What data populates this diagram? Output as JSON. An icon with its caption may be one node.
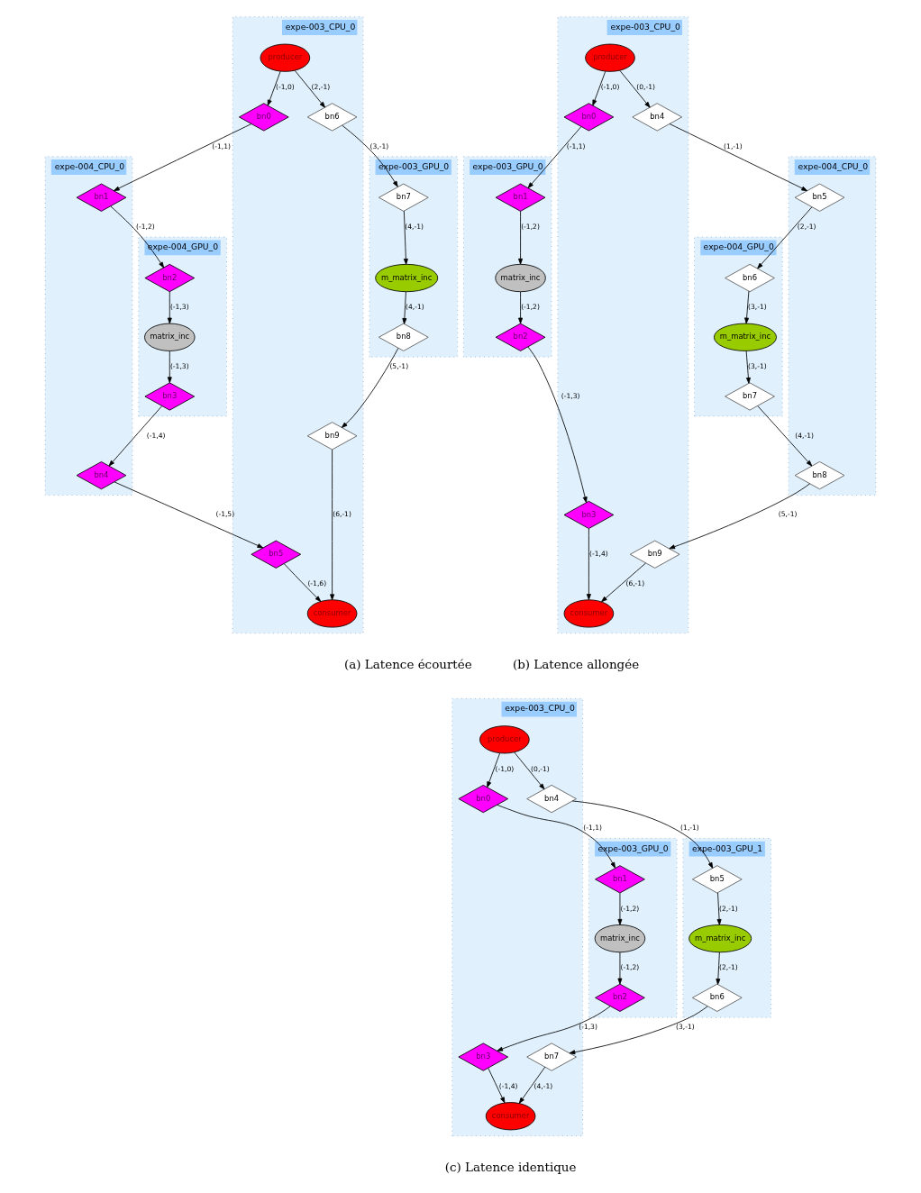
{
  "diagram": {
    "nodes": [
      {
        "text": [
          "expe-003_CPU_0"
        ]
      },
      {
        "text": [
          "producer"
        ],
        "in": 0
      },
      {
        "text": [
          "bn0"
        ],
        "in": 0
      },
      {
        "text": [
          "bn6"
        ],
        "in": 0
      },
      {
        "text": [
          "expe-004_CPU_0"
        ]
      },
      {
        "text": [
          "bn1"
        ],
        "in": 4
      },
      {
        "text": [
          "expe-003_GPU_0"
        ]
      },
      {
        "text": [
          "bn7"
        ],
        "in": 6
      },
      {
        "text": [
          "expe-004_GPU_0"
        ]
      },
      {
        "text": [
          "bn2"
        ],
        "in": 8
      },
      {
        "text": [
          "m_matrix_inc"
        ],
        "in": 6
      },
      {
        "text": [
          "matrix_inc"
        ],
        "in": 8
      },
      {
        "text": [
          "bn8"
        ],
        "in": 6
      },
      {
        "text": [
          "bn3"
        ],
        "in": 8
      },
      {
        "text": [
          "bn9"
        ],
        "in": 0
      },
      {
        "text": [
          "bn4"
        ],
        "in": 4
      },
      {
        "text": [
          "bn5"
        ],
        "in": 0
      },
      {
        "text": [
          "consumer"
        ],
        "in": 0
      },
      {
        "text": [
          "expe-003_CPU_0"
        ]
      },
      {
        "text": [
          "producer"
        ],
        "in": 18
      },
      {
        "text": [
          "bn0"
        ],
        "in": 18
      },
      {
        "text": [
          "bn4"
        ],
        "in": 18
      },
      {
        "text": [
          "expe-003_GPU_0"
        ]
      },
      {
        "text": [
          "bn1"
        ],
        "in": 22
      },
      {
        "text": [
          "expe-004_CPU_0"
        ]
      },
      {
        "text": [
          "bn5"
        ],
        "in": 24
      },
      {
        "text": [
          "expe-004_GPU_0"
        ]
      },
      {
        "text": [
          "bn6"
        ],
        "in": 26
      },
      {
        "text": [
          "matrix_inc"
        ],
        "in": 22
      },
      {
        "text": [
          "m_matrix_inc"
        ],
        "in": 26
      },
      {
        "text": [
          "bn2"
        ],
        "in": 22
      },
      {
        "text": [
          "bn3"
        ],
        "in": 18
      },
      {
        "text": [
          "bn7"
        ],
        "in": 26
      },
      {
        "text": [
          "bn8"
        ],
        "in": 24
      },
      {
        "text": [
          "bn9"
        ],
        "in": 18
      },
      {
        "text": [
          "consumer"
        ],
        "in": 18
      },
      {
        "text": [
          "expe-003_CPU_0"
        ]
      },
      {
        "text": [
          "producer"
        ],
        "in": 36
      },
      {
        "text": [
          "bn0"
        ],
        "in": 36
      },
      {
        "text": [
          "bn4"
        ],
        "in": 36
      },
      {
        "text": [
          "expe-003_GPU_0"
        ]
      },
      {
        "text": [
          "bn1"
        ],
        "in": 40
      },
      {
        "text": [
          "expe-003_GPU_1"
        ]
      },
      {
        "text": [
          "bn5"
        ],
        "in": 42
      },
      {
        "text": [
          "matrix_inc"
        ],
        "in": 40
      },
      {
        "text": [
          "m_matrix_inc"
        ],
        "in": 42
      },
      {
        "text": [
          "bn2"
        ],
        "in": 40
      },
      {
        "text": [
          "bn6"
        ],
        "in": 42
      },
      {
        "text": [
          "bn3"
        ],
        "in": 36
      },
      {
        "text": [
          "bn7"
        ],
        "in": 36
      },
      {
        "text": [
          "consumer"
        ],
        "in": 36
      }
    ],
    "edges": [
      {
        "from": 1,
        "to": 2,
        "arrow": "to",
        "label": "(-1,0)"
      },
      {
        "from": 1,
        "to": 3,
        "arrow": "to",
        "label": "(2,-1)"
      },
      {
        "from": 2,
        "to": 5,
        "arrow": "to",
        "label": "(-1,1)"
      },
      {
        "from": 3,
        "to": 7,
        "arrow": "to",
        "label": "(3,-1)"
      },
      {
        "from": 5,
        "to": 9,
        "arrow": "to",
        "label": "(-1,2)"
      },
      {
        "from": 7,
        "to": 10,
        "arrow": "to",
        "label": "(4,-1)"
      },
      {
        "from": 9,
        "to": 11,
        "arrow": "to",
        "label": "(-1,3)"
      },
      {
        "from": 10,
        "to": 12,
        "arrow": "to",
        "label": "(4,-1)"
      },
      {
        "from": 11,
        "to": 13,
        "arrow": "to",
        "label": "(-1,3)"
      },
      {
        "from": 12,
        "to": 14,
        "arrow": "to",
        "label": "(5,-1)"
      },
      {
        "from": 13,
        "to": 15,
        "arrow": "to",
        "label": "(-1,4)"
      },
      {
        "from": 15,
        "to": 16,
        "arrow": "to",
        "label": "(-1,5)"
      },
      {
        "from": 14,
        "to": 17,
        "arrow": "to",
        "label": "(6,-1)"
      },
      {
        "from": 16,
        "to": 17,
        "arrow": "to",
        "label": "(-1,6)"
      },
      {
        "from": 19,
        "to": 20,
        "arrow": "to",
        "label": "(-1,0)"
      },
      {
        "from": 19,
        "to": 21,
        "arrow": "to",
        "label": "(0,-1)"
      },
      {
        "from": 20,
        "to": 23,
        "arrow": "to",
        "label": "(-1,1)"
      },
      {
        "from": 21,
        "to": 25,
        "arrow": "to",
        "label": "(1,-1)"
      },
      {
        "from": 23,
        "to": 28,
        "arrow": "to",
        "label": "(-1,2)"
      },
      {
        "from": 25,
        "to": 27,
        "arrow": "to",
        "label": "(2,-1)"
      },
      {
        "from": 28,
        "to": 30,
        "arrow": "to",
        "label": "(-1,2)"
      },
      {
        "from": 27,
        "to": 29,
        "arrow": "to",
        "label": "(3,-1)"
      },
      {
        "from": 30,
        "to": 31,
        "arrow": "to",
        "label": "(-1,3)"
      },
      {
        "from": 29,
        "to": 32,
        "arrow": "to",
        "label": "(3,-1)"
      },
      {
        "from": 32,
        "to": 33,
        "arrow": "to",
        "label": "(4,-1)"
      },
      {
        "from": 31,
        "to": 35,
        "arrow": "to",
        "label": "(-1,4)"
      },
      {
        "from": 33,
        "to": 34,
        "arrow": "to",
        "label": "(5,-1)"
      },
      {
        "from": 34,
        "to": 35,
        "arrow": "to",
        "label": "(6,-1)"
      },
      {
        "from": 37,
        "to": 38,
        "arrow": "to",
        "label": "(-1,0)"
      },
      {
        "from": 37,
        "to": 39,
        "arrow": "to",
        "label": "(0,-1)"
      },
      {
        "from": 38,
        "to": 41,
        "arrow": "to",
        "label": "(-1,1)"
      },
      {
        "from": 39,
        "to": 43,
        "arrow": "to",
        "label": "(1,-1)"
      },
      {
        "from": 41,
        "to": 44,
        "arrow": "to",
        "label": "(-1,2)"
      },
      {
        "from": 43,
        "to": 45,
        "arrow": "to",
        "label": "(2,-1)"
      },
      {
        "from": 44,
        "to": 46,
        "arrow": "to",
        "label": "(-1,2)"
      },
      {
        "from": 45,
        "to": 47,
        "arrow": "to",
        "label": "(2,-1)"
      },
      {
        "from": 46,
        "to": 48,
        "arrow": "to",
        "label": "(-1,3)"
      },
      {
        "from": 47,
        "to": 49,
        "arrow": "to",
        "label": "(3,-1)"
      },
      {
        "from": 48,
        "to": 50,
        "arrow": "to",
        "label": "(-1,4)"
      },
      {
        "from": 49,
        "to": 50,
        "arrow": "to",
        "label": "(4,-1)"
      }
    ],
    "labels": [
      "(a) Latence écourtée",
      "(b) Latence allongée",
      "(c) Latence identique"
    ]
  }
}
